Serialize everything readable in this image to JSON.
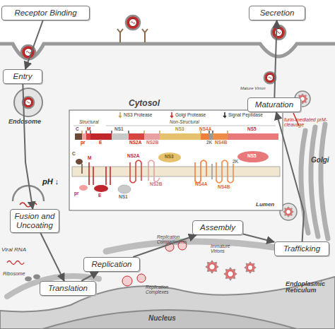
{
  "diagram": {
    "nodes": [
      {
        "text": [
          "Receptor Binding"
        ]
      },
      {
        "text": [
          "Secretion"
        ]
      },
      {
        "text": [
          "Entry"
        ]
      },
      {
        "text": [
          "Maturation"
        ]
      },
      {
        "text": [
          "Fusion and Uncoating"
        ]
      },
      {
        "text": [
          "Assembly"
        ]
      },
      {
        "text": [
          "Trafficking"
        ]
      },
      {
        "text": [
          "Replication"
        ]
      },
      {
        "text": [
          "Translation"
        ]
      }
    ],
    "edges": [
      {
        "from": 0,
        "to": 2,
        "arrow": "to"
      },
      {
        "from": 2,
        "to": 4,
        "arrow": "to"
      },
      {
        "from": 4,
        "to": 8,
        "arrow": "to"
      },
      {
        "from": 8,
        "to": 7,
        "arrow": "to"
      },
      {
        "from": 7,
        "to": 5,
        "arrow": "to"
      },
      {
        "from": 5,
        "to": 6,
        "arrow": "to"
      },
      {
        "from": 6,
        "to": 3,
        "arrow": "to"
      },
      {
        "from": 3,
        "to": 1,
        "arrow": "to"
      }
    ],
    "labels": [
      "Cytosol",
      "Endosome",
      "pH ↓",
      "Viral RNA",
      "Ribosome",
      "Replication Compartments",
      "Replication Complexes",
      "Immature Virions",
      "Endoplasmic Reticulum",
      "Nucleus",
      "Golgi",
      "Mature Virion",
      "furin-mediated prM-cleavage",
      "Lumen",
      "Structural",
      "Non-Structural",
      "C",
      "M",
      "pr",
      "E",
      "NS1",
      "NS2A",
      "NS2B",
      "NS3",
      "NS4A",
      "2K",
      "NS4B",
      "NS5",
      "C",
      "M",
      "NS2A",
      "NS3",
      "NS5",
      "2K",
      "pr",
      "E",
      "NS1",
      "NS2B",
      "NS4A",
      "NS4B"
    ],
    "legend": [
      {
        "text": "NS3 Protease"
      },
      {
        "text": "Golgi Protease"
      },
      {
        "text": "Signal Peptidase"
      }
    ]
  }
}
